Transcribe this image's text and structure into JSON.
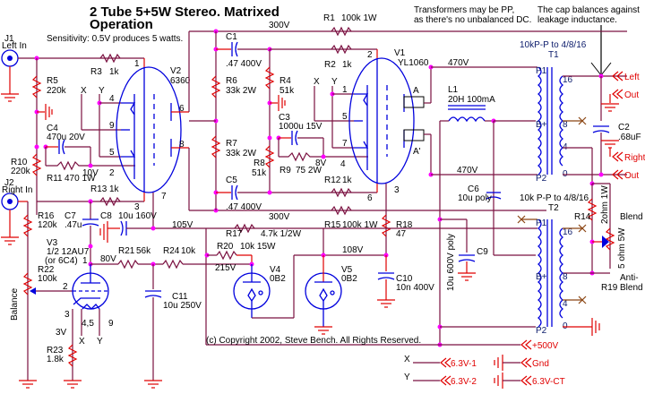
{
  "title": {
    "line1": "2 Tube 5+5W Stereo. Matrixed",
    "line2": "Operation"
  },
  "sensitivity": "Sensitivity: 0.5V produces 5 watts.",
  "notes": {
    "transformers": [
      "Transformers may be PP,",
      "as there's no unbalanced DC."
    ],
    "cap": [
      "The cap balances against",
      "leakage inductance."
    ]
  },
  "copyright": "(c) Copyright 2002, Steve Bench. All Rights Reserved.",
  "inputs": {
    "j1": {
      "ref": "J1",
      "label": "Left In"
    },
    "j2": {
      "ref": "J2",
      "label": "Right In"
    }
  },
  "components": {
    "r1": {
      "ref": "R1",
      "value": "100k 1W"
    },
    "r2": {
      "ref": "R2",
      "value": "1k"
    },
    "r3": {
      "ref": "R3",
      "value": "1k"
    },
    "r4": {
      "ref": "R4",
      "value": "51k"
    },
    "r5": {
      "ref": "R5",
      "value": "220k"
    },
    "r6": {
      "ref": "R6",
      "value": "33k 2W"
    },
    "r7": {
      "ref": "R7",
      "value": "33k 2W"
    },
    "r8": {
      "ref": "R8",
      "value": "51k"
    },
    "r9": {
      "ref": "R9",
      "value": "75 2W"
    },
    "r10": {
      "ref": "R10",
      "value": "220k"
    },
    "r11": {
      "ref": "R11",
      "value": "470 1W"
    },
    "r12": {
      "ref": "R12",
      "value": "1k"
    },
    "r13": {
      "ref": "R13",
      "value": "1k"
    },
    "r14": {
      "ref": "R14",
      "value": "2ohm 1W"
    },
    "r15": {
      "ref": "R15",
      "value": "100k 1W"
    },
    "r16": {
      "ref": "R16",
      "value": "120k"
    },
    "r17": {
      "ref": "R17",
      "value": "4.7k 1/2W"
    },
    "r18": {
      "ref": "R18",
      "value": "47"
    },
    "r19": {
      "ref": "R19",
      "value": "5 ohm 5W"
    },
    "r20": {
      "ref": "R20",
      "value": "10k 15W"
    },
    "r21": {
      "ref": "R21",
      "value": "56k"
    },
    "r22": {
      "ref": "R22",
      "value": "100k"
    },
    "r23": {
      "ref": "R23",
      "value": "1.8k"
    },
    "r24": {
      "ref": "R24",
      "value": "10k"
    },
    "c1": {
      "ref": "C1",
      "value": ".47 400V"
    },
    "c2": {
      "ref": "C2",
      "value": ".68uF"
    },
    "c3": {
      "ref": "C3",
      "value": "1000u 15V"
    },
    "c4": {
      "ref": "C4",
      "value": "470u 20V"
    },
    "c5": {
      "ref": "C5",
      "value": ".47 400V"
    },
    "c6": {
      "ref": "C6",
      "value": "10u poly"
    },
    "c7": {
      "ref": "C7",
      "value": ".47u"
    },
    "c8": {
      "ref": "C8",
      "value": "10u 160V"
    },
    "c9": {
      "ref": "C9",
      "value": "10u 600V poly"
    },
    "c10": {
      "ref": "C10",
      "value": "10n 400V"
    },
    "c11": {
      "ref": "C11",
      "value": "10u 250V"
    },
    "l1": {
      "ref": "L1",
      "value": "20H 100mA"
    },
    "v1": {
      "ref": "V1",
      "value": "YL1060"
    },
    "v2": {
      "ref": "V2",
      "value": "6360"
    },
    "v3": {
      "ref": "V3",
      "value": "1/2 12AU7",
      "alt": "(or 6C4)"
    },
    "v4": {
      "ref": "V4",
      "value": "0B2"
    },
    "v5": {
      "ref": "V5",
      "value": "0B2"
    },
    "t1": {
      "ref": "T1",
      "value": "10kP-P to 4/8/16"
    },
    "t2": {
      "ref": "T2",
      "value": "10k P-P to 4/8/16"
    }
  },
  "voltages": {
    "v300a": "300V",
    "v300b": "300V",
    "v470a": "470V",
    "v470b": "470V",
    "v10": "10V",
    "v8": "8V",
    "v105": "105V",
    "v108": "108V",
    "v80": "80V",
    "v215": "215V",
    "v3": "3V"
  },
  "pins": {
    "v2": [
      "1",
      "4",
      "9",
      "5",
      "2",
      "6",
      "8",
      "7",
      "3"
    ],
    "v1": [
      "2",
      "1",
      "5",
      "7",
      "4",
      "6",
      "3",
      "A",
      "A'"
    ],
    "v3": [
      "1",
      "2",
      "3",
      "4,5",
      "9"
    ],
    "t1": [
      "P1",
      "B+",
      "P2",
      "16",
      "8",
      "4",
      "0"
    ],
    "t2": [
      "P1",
      "B+",
      "P2",
      "16",
      "8",
      "4",
      "0"
    ]
  },
  "heater": {
    "x": "X",
    "y": "Y"
  },
  "outputs": {
    "left": "Left",
    "left_out": "Out",
    "right": "Right",
    "right_out": "Out",
    "blend": "Blend",
    "anti_blend_1": "Anti-",
    "anti_blend_2": "Blend",
    "balance": "Balance"
  },
  "supply": {
    "b_plus": "+500V",
    "h1": "6.3V-1",
    "h2": "6.3V-2",
    "gnd": "Gnd",
    "hct": "6.3V-CT",
    "x": "X",
    "y": "Y"
  }
}
